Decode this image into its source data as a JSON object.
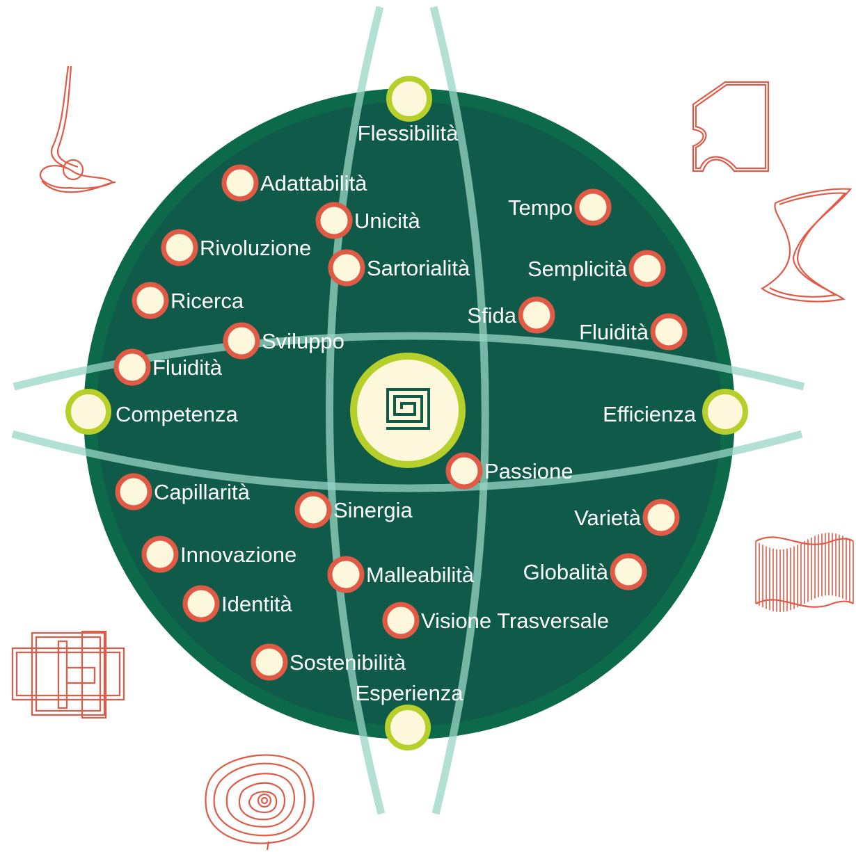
{
  "colors": {
    "outer_ring": "#0c6a4b",
    "inner_disc": "#0f5a48",
    "arc_lines": "#98d6c4",
    "red_node": "#e05a46",
    "node_fill": "#fdf8dc",
    "lime_node": "#b7cf2a",
    "icon_outline": "#e05a46",
    "label_text": "#ffffff"
  },
  "cardinal_nodes": [
    {
      "id": "top",
      "label": "Flessibilità"
    },
    {
      "id": "left",
      "label": "Competenza"
    },
    {
      "id": "right",
      "label": "Efficienza"
    },
    {
      "id": "bottom",
      "label": "Esperienza"
    }
  ],
  "value_nodes": [
    {
      "id": "adattabilita",
      "label": "Adattabilità"
    },
    {
      "id": "unicita",
      "label": "Unicità"
    },
    {
      "id": "rivoluzione",
      "label": "Rivoluzione"
    },
    {
      "id": "sartorialita",
      "label": "Sartorialità"
    },
    {
      "id": "ricerca",
      "label": "Ricerca"
    },
    {
      "id": "sviluppo",
      "label": "Sviluppo"
    },
    {
      "id": "fluidita-left",
      "label": "Fluidità"
    },
    {
      "id": "tempo",
      "label": "Tempo"
    },
    {
      "id": "semplicita",
      "label": "Semplicità"
    },
    {
      "id": "sfida",
      "label": "Sfida"
    },
    {
      "id": "fluidita-right",
      "label": "Fluidità"
    },
    {
      "id": "passione",
      "label": "Passione"
    },
    {
      "id": "capillarita",
      "label": "Capillarità"
    },
    {
      "id": "sinergia",
      "label": "Sinergia"
    },
    {
      "id": "innovazione",
      "label": "Innovazione"
    },
    {
      "id": "malleabilita",
      "label": "Malleabilità"
    },
    {
      "id": "identita",
      "label": "Identità"
    },
    {
      "id": "varieta",
      "label": "Varietà"
    },
    {
      "id": "globalita",
      "label": "Globalità"
    },
    {
      "id": "visione-trasversale",
      "label": "Visione Trasversale"
    },
    {
      "id": "sostenibilita",
      "label": "Sostenibilità"
    }
  ],
  "center_icon": "square-spiral-logo",
  "decorative_icons": [
    "swirl-line-icon",
    "notched-frame-icon",
    "hourglass-curve-icon",
    "wavy-striped-block-icon",
    "stacked-blocks-icon",
    "contour-rings-icon"
  ]
}
